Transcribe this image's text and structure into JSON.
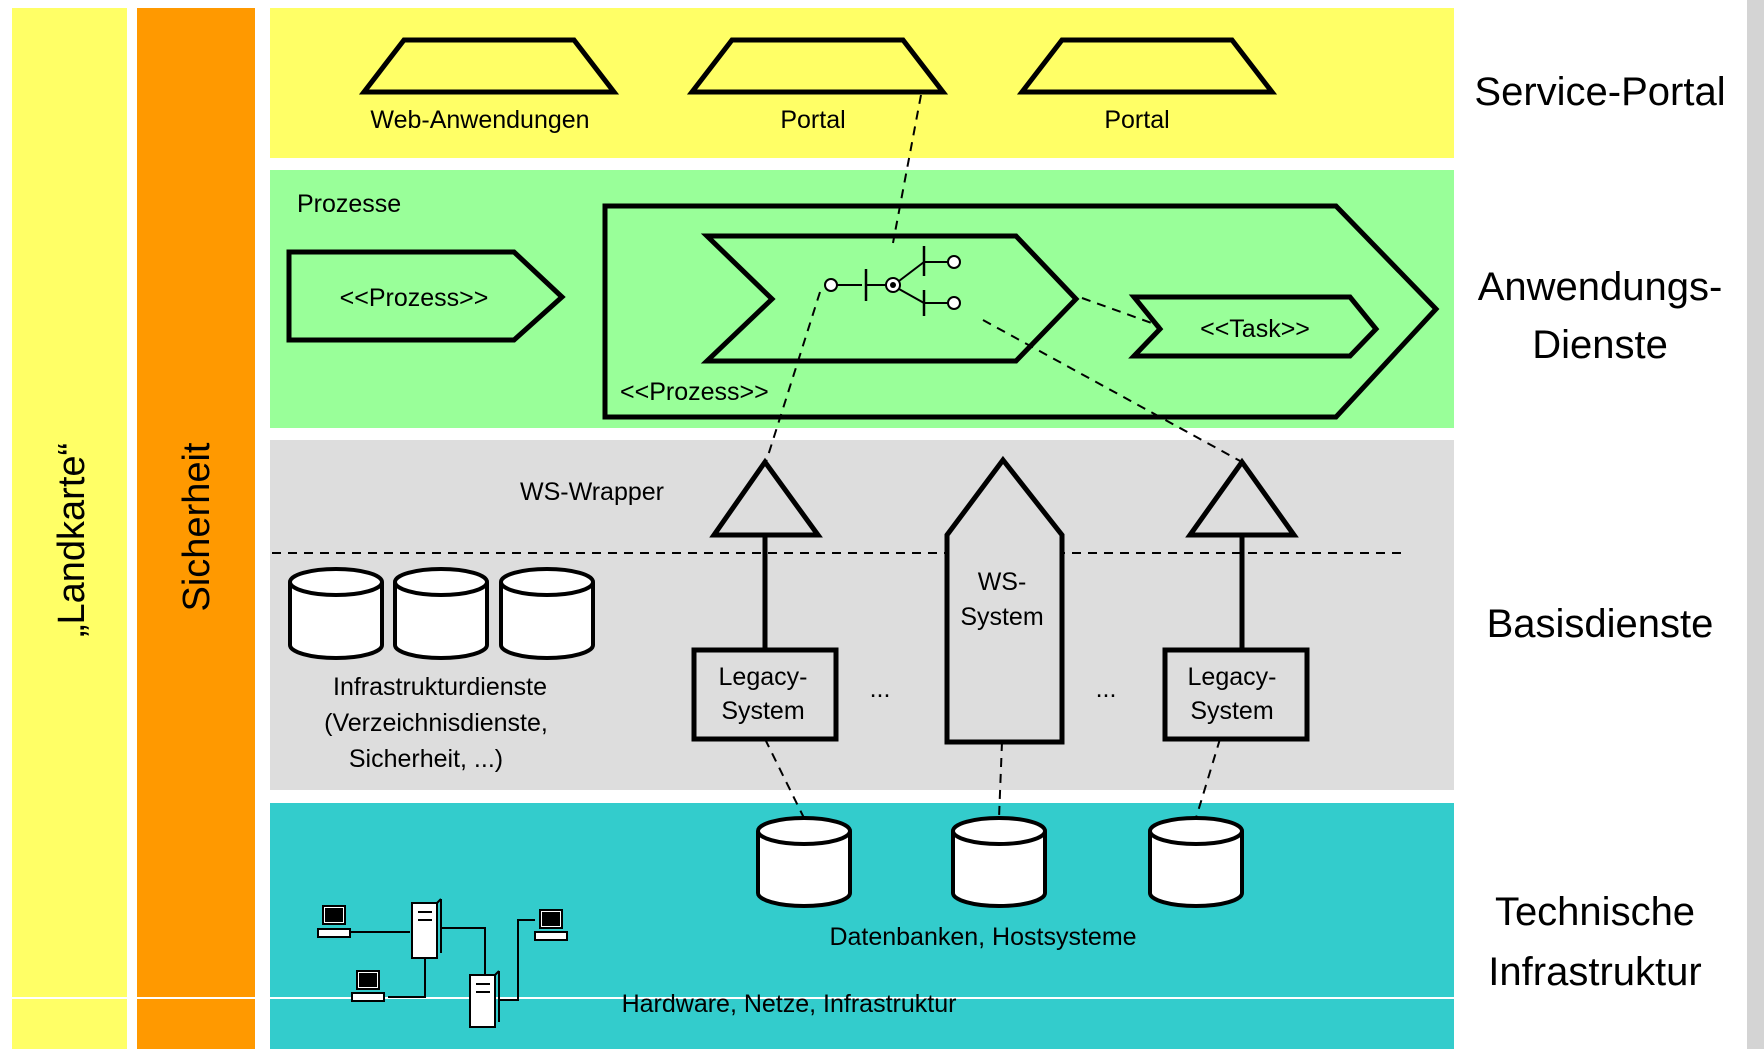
{
  "side_bars": {
    "landkarte": "„Landkarte“",
    "sicherheit": "Sicherheit"
  },
  "layers": {
    "service_portal": {
      "label": "Service-Portal",
      "color": "#ffff66"
    },
    "anwendungs_dienste": {
      "label_line1": "Anwendungs-",
      "label_line2": "Dienste",
      "color": "#99ff99"
    },
    "basisdienste": {
      "label": "Basisdienste",
      "color": "#dddddd"
    },
    "technische_infrastruktur": {
      "label_line1": "Technische",
      "label_line2": "Infrastruktur",
      "color": "#33cccc"
    }
  },
  "portal_layer": {
    "web_anwendungen": "Web-Anwendungen",
    "portal_1": "Portal",
    "portal_2": "Portal"
  },
  "process_layer": {
    "title": "Prozesse",
    "small_process": "<<Prozess>>",
    "big_process": "<<Prozess>>",
    "task": "<<Task>>"
  },
  "base_layer": {
    "ws_wrapper": "WS-Wrapper",
    "infra_line1": "Infrastrukturdienste",
    "infra_line2": "(Verzeichnisdienste,",
    "infra_line3": "Sicherheit, ...)",
    "legacy_1_line1": "Legacy-",
    "legacy_1_line2": "System",
    "legacy_2_line1": "Legacy-",
    "legacy_2_line2": "System",
    "ws_system_line1": "WS-",
    "ws_system_line2": "System",
    "ellipsis_1": "...",
    "ellipsis_2": "..."
  },
  "infra_layer": {
    "datenbanken": "Datenbanken, Hostsysteme",
    "hardware": "Hardware, Netze, Infrastruktur"
  },
  "colors": {
    "landkarte_bar": "#ffff66",
    "sicherheit_bar": "#ff9900",
    "right_strip": "#d4d4d4"
  }
}
